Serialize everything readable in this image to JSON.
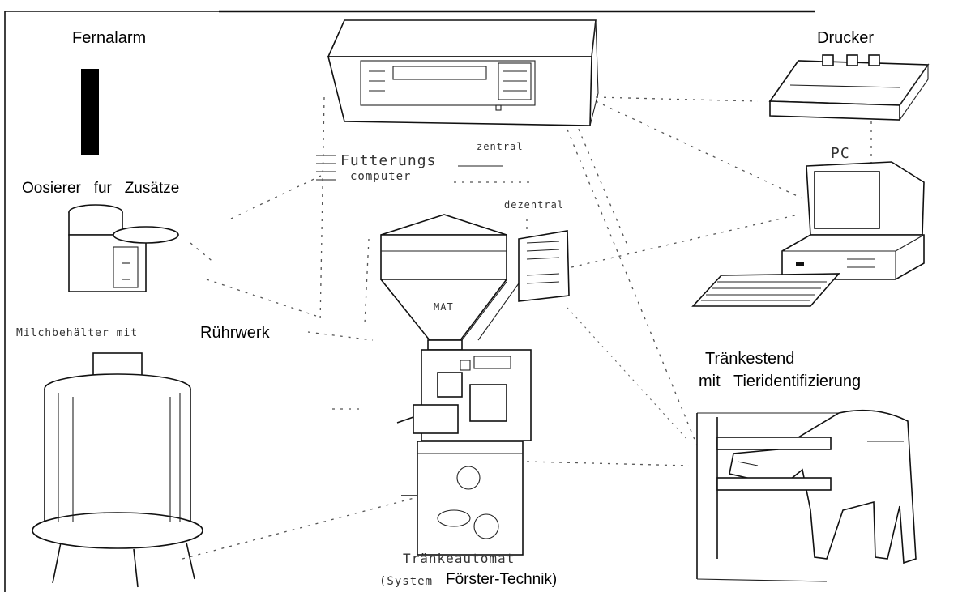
{
  "labels": {
    "fernalarm": "Fernalarm",
    "drucker": "Drucker",
    "pc": "PC",
    "zentral": "zentral",
    "futterungs": "Futterungs",
    "computer": "computer",
    "dezentral": "dezentral",
    "dosierer": "Oosierer   fur   Zusätze",
    "milchbehaelter": "Milchbehälter mit",
    "ruehrwerk": "Rührwerk",
    "mat": "MAT",
    "traenkestand_1": "Tränkestend",
    "traenkestand_2": "mit   Tieridentifizierung",
    "traenkeautomat": "Tränkeautomat",
    "system_prefix": "(System",
    "system_name": "Förster-Technik)"
  }
}
